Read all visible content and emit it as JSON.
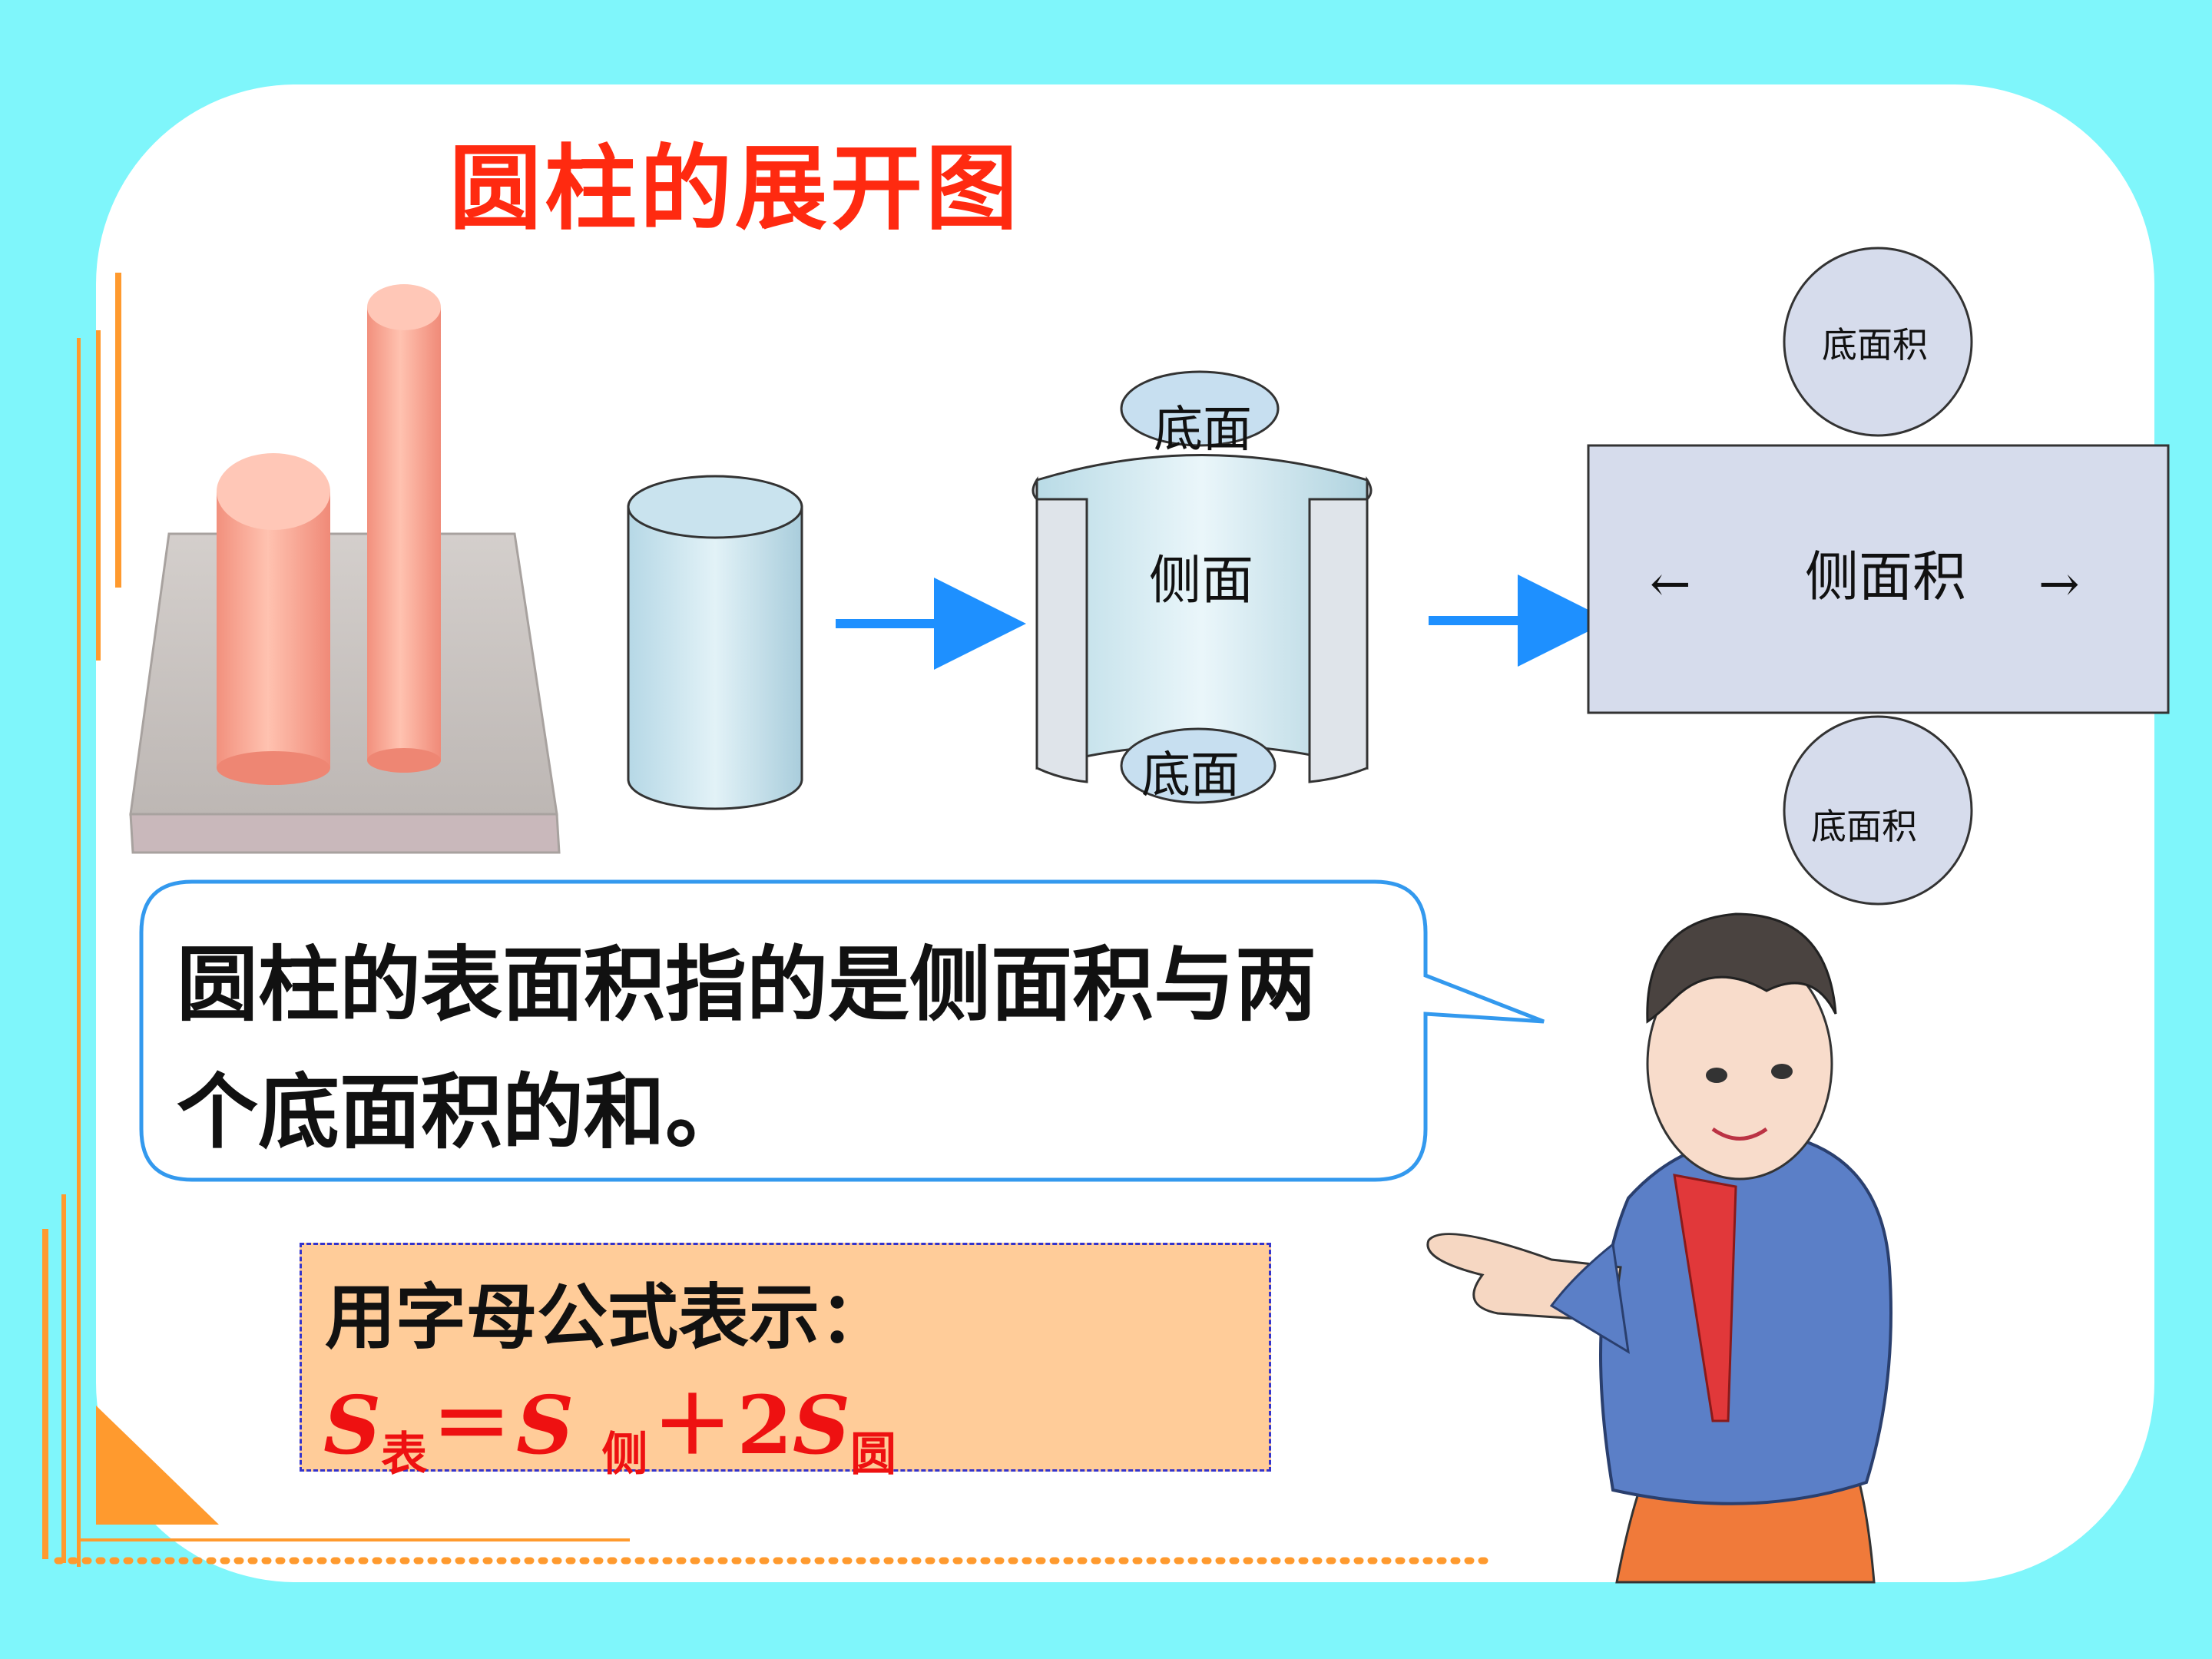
{
  "title": "圆柱的展开图",
  "net_labels": {
    "top_base": "底面",
    "side": "侧面",
    "bottom_base": "底面"
  },
  "area_labels": {
    "top_circle": "底面积",
    "lateral_rect": "侧面积",
    "bottom_circle": "底面积",
    "left_arrow": "←",
    "right_arrow": "→"
  },
  "speech": {
    "line1": "圆柱的表面积指的是侧面积与两",
    "line2": "个底面积的和。"
  },
  "formula": {
    "heading": "用字母公式表示：",
    "s1": "S",
    "sub1": "表",
    "eq": "＝",
    "s2": "S",
    "sub2": "侧",
    "plus": "＋",
    "coef": "2",
    "s3": "S",
    "sub3": "圆"
  },
  "colors": {
    "background": "#7ff6fb",
    "title": "#ff2a10",
    "arrow": "#1e90ff",
    "cylinder_blue": "#c7e4ef",
    "cylinder_pink": "#f7a795",
    "circle_fill": "#d6dcec",
    "formula_red": "#ee1111",
    "formula_box": "#ffcc99",
    "accent_orange": "#ff9a2e"
  }
}
